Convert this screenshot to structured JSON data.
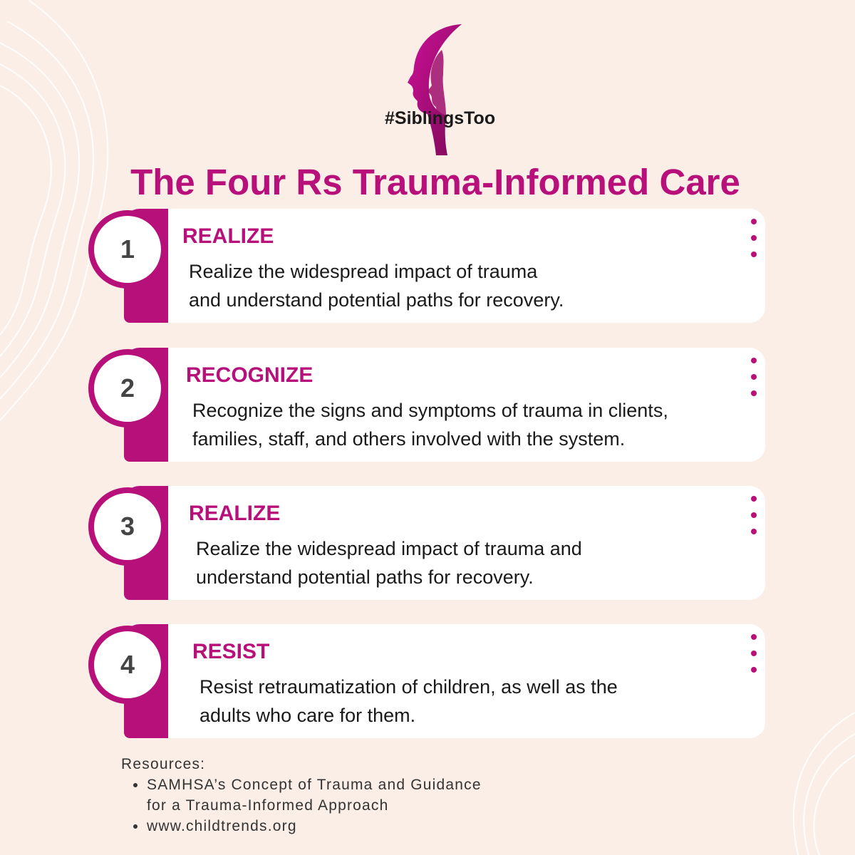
{
  "brand": {
    "hashtag": "#SiblingsToo",
    "accent_color": "#b8107a",
    "background_color": "#fbeee6"
  },
  "title": "The Four Rs Trauma-Informed Care",
  "items": [
    {
      "number": "1",
      "heading": "REALIZE",
      "lines": [
        "Realize the widespread impact of trauma",
        "and understand potential paths for recovery."
      ]
    },
    {
      "number": "2",
      "heading": "RECOGNIZE",
      "lines": [
        "Recognize the signs and symptoms of trauma in clients,",
        "families, staff, and others involved with the system."
      ]
    },
    {
      "number": "3",
      "heading": "REALIZE",
      "lines": [
        "Realize the widespread impact of trauma and",
        "understand potential paths for recovery."
      ]
    },
    {
      "number": "4",
      "heading": "RESIST",
      "lines": [
        "Resist retraumatization of children, as well as the",
        "adults who care for them."
      ]
    }
  ],
  "resources": {
    "label": "Resources:",
    "entries": [
      {
        "lines": [
          "SAMHSA’s Concept of Trauma and Guidance",
          "for a Trauma-Informed Approach"
        ]
      },
      {
        "lines": [
          "www.childtrends.org"
        ]
      }
    ]
  },
  "icons": [
    "faces-crescent-logo-icon",
    "menu-dots-icon"
  ]
}
